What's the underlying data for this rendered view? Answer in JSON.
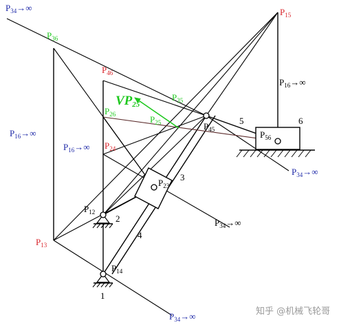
{
  "colors": {
    "red": "#d8242a",
    "blue": "#1f2aa8",
    "green": "#1ec81e",
    "black": "#000000",
    "watermark": "#9a9a9a"
  },
  "labels": {
    "p34_top_left": {
      "text": "P34→∞",
      "color": "blue"
    },
    "p36": {
      "text": "P36",
      "color": "green"
    },
    "p15": {
      "text": "P15",
      "color": "red"
    },
    "p46": {
      "text": "P46",
      "color": "red"
    },
    "vp25": {
      "text": "VP25",
      "color": "green"
    },
    "p35": {
      "text": "P35",
      "color": "green"
    },
    "p16_right": {
      "text": "P16→∞",
      "color": "black"
    },
    "p26": {
      "text": "P26",
      "color": "green"
    },
    "p25": {
      "text": "P25",
      "color": "green"
    },
    "p45": {
      "text": "P45",
      "color": "black"
    },
    "link5": {
      "text": "5",
      "color": "black"
    },
    "link6": {
      "text": "6",
      "color": "black"
    },
    "p56": {
      "text": "P56",
      "color": "black"
    },
    "p16_left": {
      "text": "P16→∞",
      "color": "blue"
    },
    "p16_mid": {
      "text": "P16→∞",
      "color": "blue"
    },
    "p24": {
      "text": "P24",
      "color": "red"
    },
    "p34_right": {
      "text": "P34→∞",
      "color": "blue"
    },
    "p23": {
      "text": "P23",
      "color": "black"
    },
    "link3": {
      "text": "3",
      "color": "black"
    },
    "p12": {
      "text": "P12",
      "color": "black"
    },
    "link2": {
      "text": "2",
      "color": "black"
    },
    "p34_mid": {
      "text": "P34→∞",
      "color": "black"
    },
    "link4": {
      "text": "4",
      "color": "black"
    },
    "p13": {
      "text": "P13",
      "color": "red"
    },
    "p14": {
      "text": "P14",
      "color": "black"
    },
    "link1": {
      "text": "1",
      "color": "black"
    },
    "p34_bottom": {
      "text": "P34→∞",
      "color": "blue"
    }
  },
  "watermark": "知乎 @机械飞轮哥"
}
